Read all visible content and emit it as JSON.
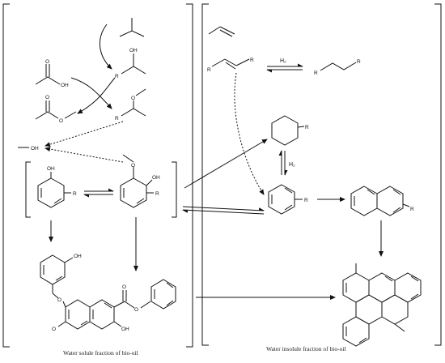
{
  "labels": {
    "oh": "OH",
    "o": "O",
    "r": "R",
    "h2": "H₂"
  },
  "captions": {
    "left": "Water solule fraction of bio-oil",
    "right": "Water insolule fraction of bio-oil"
  },
  "colors": {
    "line": "#111111",
    "background": "#ffffff"
  }
}
